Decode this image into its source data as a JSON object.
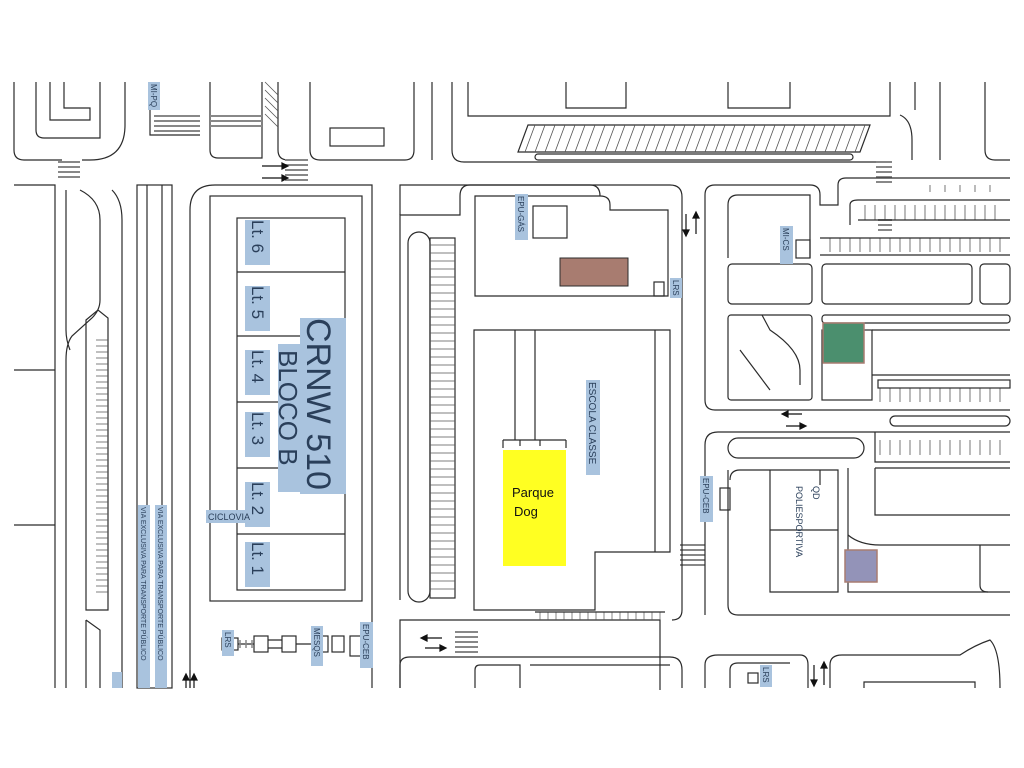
{
  "block": {
    "title": "CRNW 510",
    "subtitle": "BLOCO B"
  },
  "lots": [
    "Lt. 6",
    "Lt. 5",
    "Lt. 4",
    "Lt. 3",
    "Lt. 2",
    "Lt. 1"
  ],
  "park": {
    "line1": "Parque",
    "line2": "Dog",
    "color": "#ffff22"
  },
  "school": "ESCOLA CLASSE",
  "sports": {
    "line1": "QD",
    "line2": "POLIESPORTIVA"
  },
  "labels": {
    "epu_gas": "EPU-GÁS",
    "lrs": "LRS",
    "mi_cs": "MI-CS",
    "epu_ceb": "EPU-CEB",
    "ciclovia": "CICLOVIA",
    "mesqs": "MESQS",
    "via_exclusiva": "VIA EXCLUSIVA PARA TRANSPORTE PÚBLICO",
    "mi_pq": "MI-PQ"
  },
  "colors": {
    "label_bg": "#a9c3de",
    "brown_lot": "#a87c70",
    "green_lot": "#4b8f6e",
    "purple_lot": "#9393b8",
    "line": "#2b2b2b"
  }
}
